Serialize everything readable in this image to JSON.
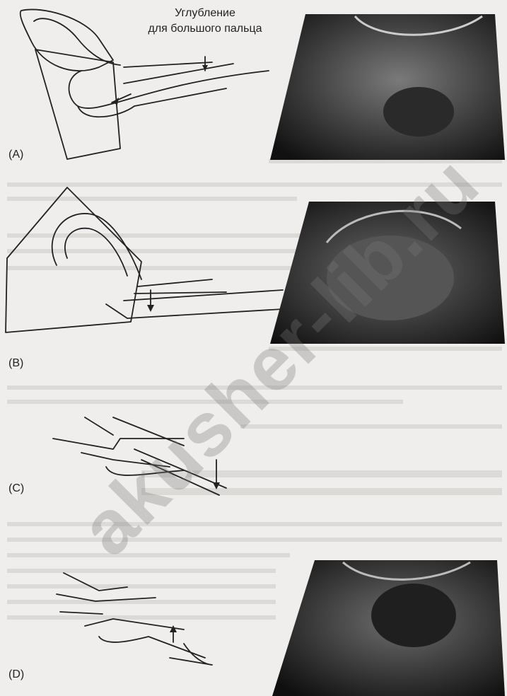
{
  "figure": {
    "caption_line1": "Углубление",
    "caption_line2": "для большого пальца",
    "panels": [
      {
        "label": "(A)"
      },
      {
        "label": "(B)"
      },
      {
        "label": "(C)"
      },
      {
        "label": "(D)"
      }
    ]
  },
  "watermark": {
    "text": "akusher-lib.ru"
  }
}
